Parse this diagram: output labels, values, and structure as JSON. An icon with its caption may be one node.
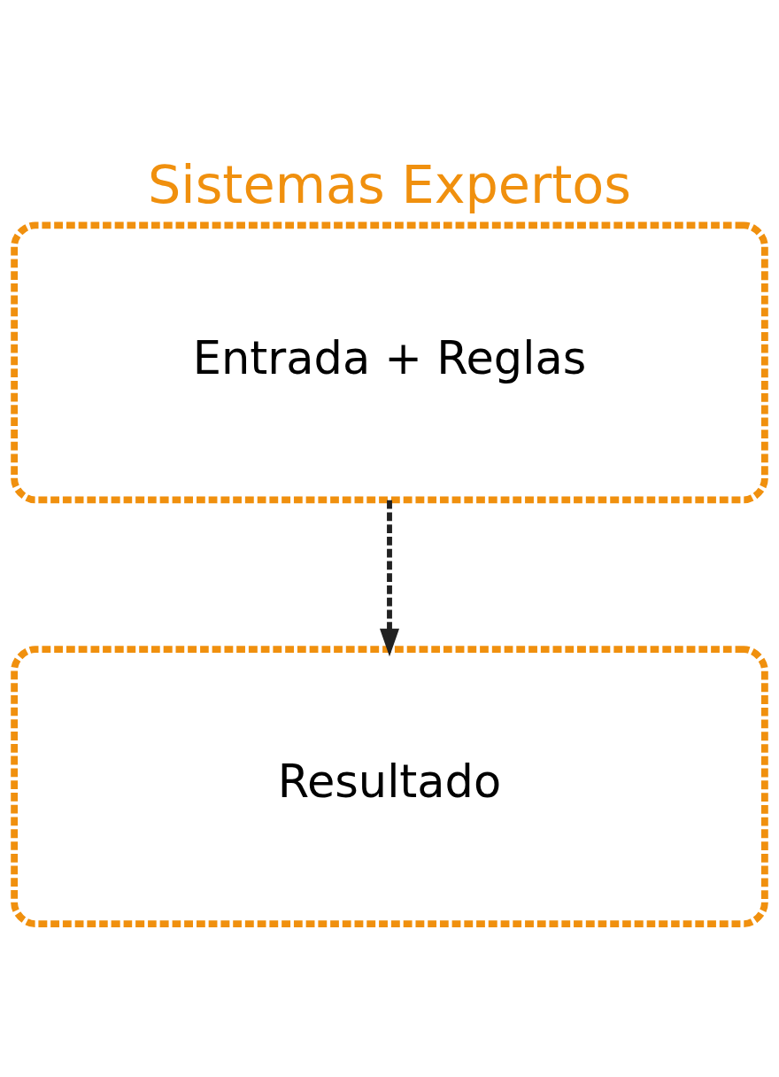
{
  "diagram": {
    "title": "Sistemas Expertos",
    "nodes": [
      {
        "text": [
          "Entrada + Reglas"
        ]
      },
      {
        "text": [
          "Resultado"
        ]
      }
    ],
    "edges": [
      {
        "from": 0,
        "to": 1,
        "arrow": "to",
        "style": "dashed"
      }
    ]
  }
}
